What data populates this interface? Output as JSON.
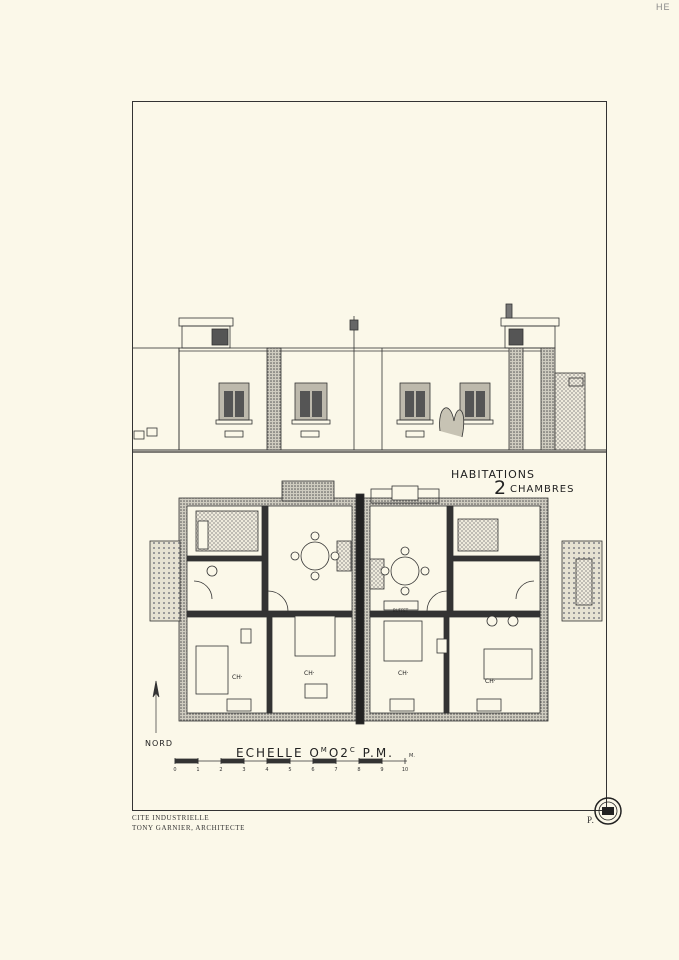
{
  "corner_mark": "HE",
  "plate": {
    "title_line1": "HABITATIONS",
    "title_number": "2",
    "title_line2": "CHAMBRES",
    "north_label": "NORD",
    "scale_label_pre": "ECHELLE O",
    "scale_sup1": "M",
    "scale_mid": "O2",
    "scale_sup2": "C",
    "scale_post": "P.M.",
    "scale_ticks": [
      "0",
      "1",
      "2",
      "3",
      "4",
      "5",
      "6",
      "7",
      "8",
      "9",
      "10"
    ],
    "scale_unit": "M.",
    "room_labels": [
      "CH·",
      "CH·",
      "CH·",
      "CH·"
    ],
    "buffet_label": "BUFFET"
  },
  "footer": {
    "line1": "CITE INDUSTRIELLE",
    "line2": "TONY GARNIER, ARCHITECTE",
    "page": "P."
  },
  "colors": {
    "paper": "#fbf8e9",
    "ink": "#2a2a2a",
    "hatch": "#555555"
  }
}
